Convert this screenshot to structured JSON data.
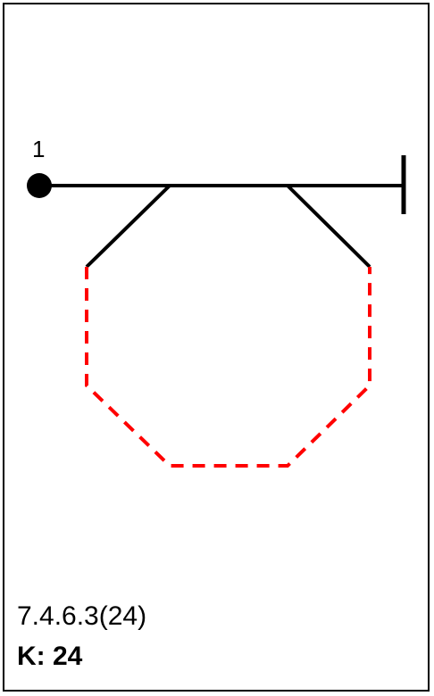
{
  "diagram": {
    "node_label": "1",
    "code": "7.4.6.3(24)",
    "k_label": "K: 24",
    "colors": {
      "solid": "#000000",
      "dashed": "#ff0000"
    },
    "line_styles": {
      "top_connection": "solid",
      "octagon_upper_edges": "solid",
      "octagon_lower_edges": "dashed"
    },
    "markers": {
      "start": "filled-circle",
      "end": "bar"
    }
  }
}
